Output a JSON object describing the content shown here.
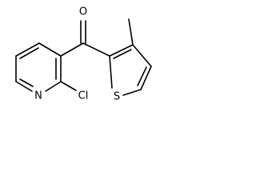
{
  "molecule": {
    "atoms": {
      "oxygen": "O",
      "nitrogen": "N",
      "chlorine": "Cl",
      "sulfur": "S"
    }
  }
}
